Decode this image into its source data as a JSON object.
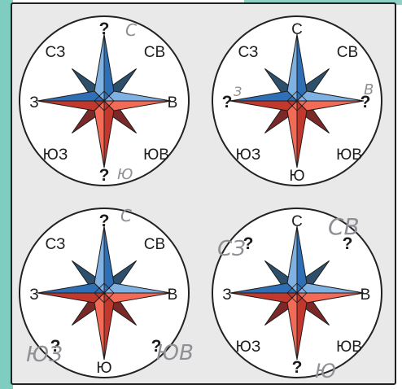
{
  "colors": {
    "page_bg": "#ffffff",
    "left_strip": "#7ecdc0",
    "top_strip": "#8fd0c4",
    "panel_bg": "#e9e9e9",
    "frame": "#222222",
    "circle_fill": "#ffffff",
    "north_half_light": "#7fb2e2",
    "north_half_dark": "#2f6fb6",
    "south_half_light": "#f36a57",
    "south_half_dark": "#c2382c",
    "diag_north": "#2d4f6c",
    "diag_south": "#7a2828",
    "pencil": "#8f8f95"
  },
  "compasses": [
    {
      "labels": {
        "n": "?",
        "s": "?",
        "e": "В",
        "w": "З",
        "ne": "СВ",
        "nw": "СЗ",
        "se": "ЮВ",
        "sw": "ЮЗ"
      },
      "handwriting": [
        "С",
        "Ю"
      ]
    },
    {
      "labels": {
        "n": "С",
        "s": "Ю",
        "e": "?",
        "w": "?",
        "ne": "СВ",
        "nw": "СЗ",
        "se": "ЮВ",
        "sw": "ЮЗ"
      },
      "handwriting": [
        "З",
        "В"
      ]
    },
    {
      "labels": {
        "n": "?",
        "s": "Ю",
        "e": "В",
        "w": "З",
        "ne": "СВ",
        "nw": "СЗ",
        "se": "?",
        "sw": "?"
      },
      "handwriting": [
        "С",
        "ЮЗ",
        "ЮВ"
      ]
    },
    {
      "labels": {
        "n": "С",
        "s": "?",
        "e": "В",
        "w": "З",
        "ne": "?",
        "nw": "?",
        "se": "ЮВ",
        "sw": "ЮЗ"
      },
      "handwriting": [
        "СЗ",
        "СВ",
        "Ю"
      ]
    }
  ]
}
